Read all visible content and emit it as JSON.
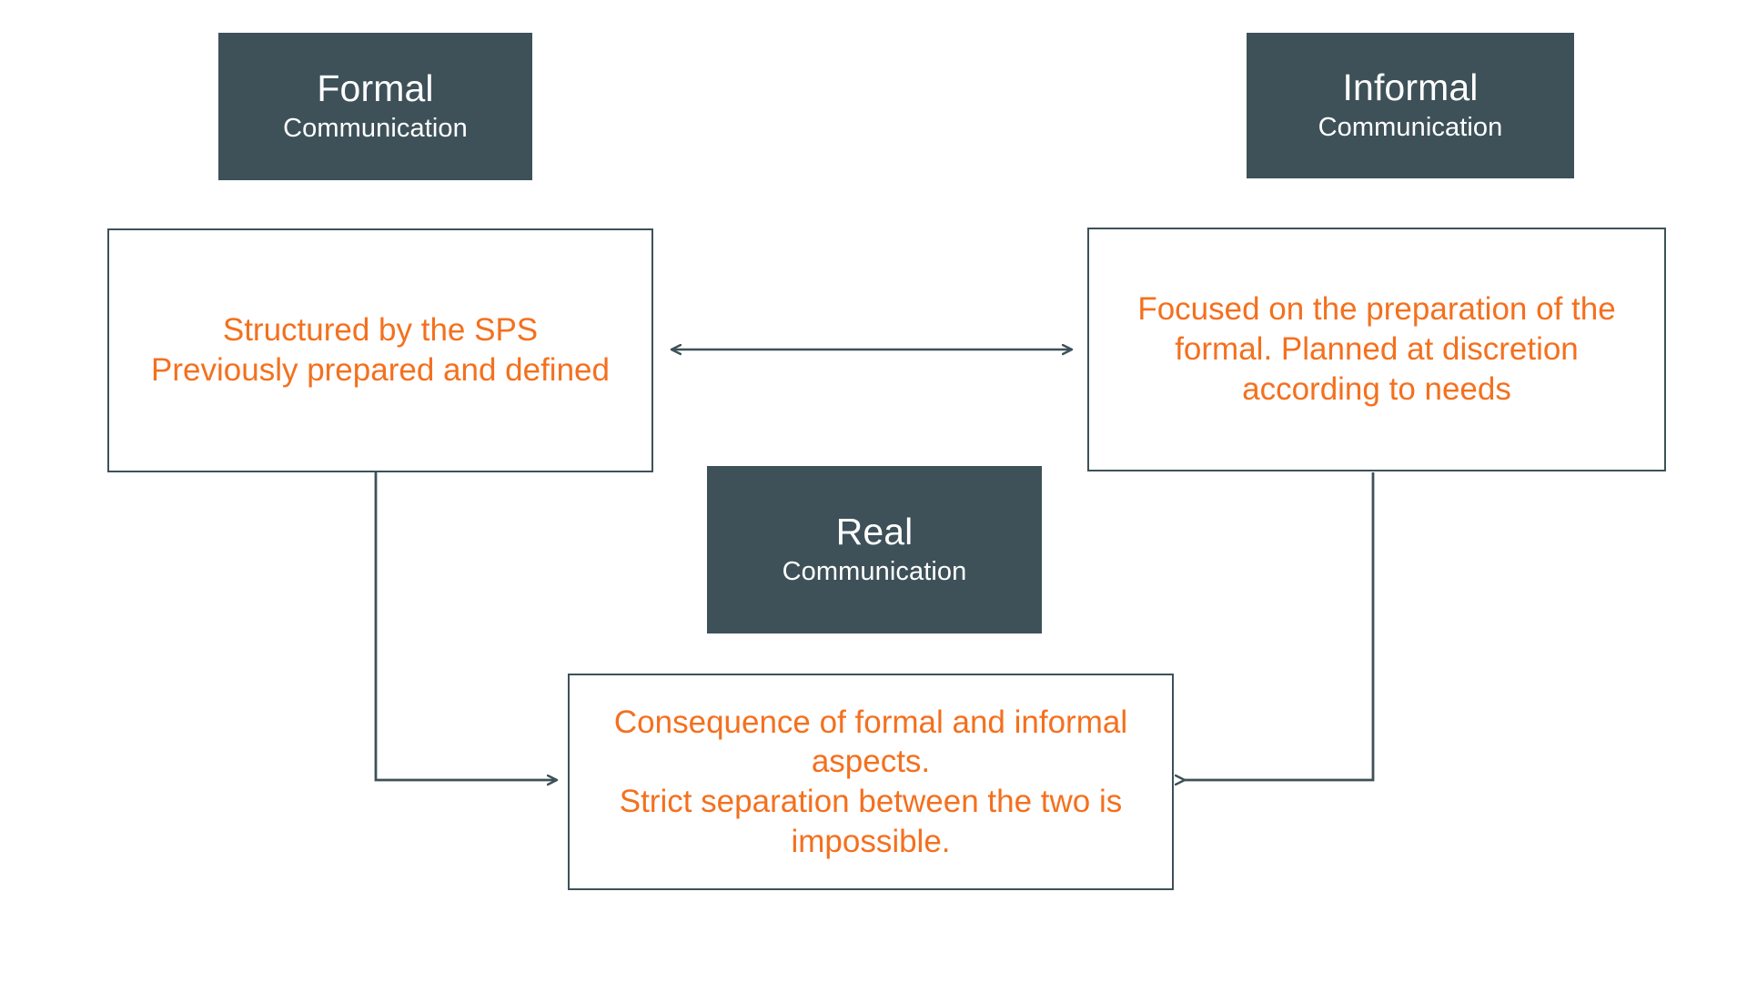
{
  "palette": {
    "dark_slate": "#3e5159",
    "orange": "#f4701e",
    "white": "#ffffff",
    "background": "#ffffff"
  },
  "diagram": {
    "type": "flow-diagram",
    "nodes": {
      "formal_header": {
        "title": "Formal",
        "subtitle": "Communication"
      },
      "informal_header": {
        "title": "Informal",
        "subtitle": "Communication"
      },
      "real_header": {
        "title": "Real",
        "subtitle": "Communication"
      },
      "formal_detail": {
        "text": "Structured by the SPS\nPreviously prepared and defined"
      },
      "informal_detail": {
        "text": "Focused on the preparation of the formal. Planned at discretion according to needs"
      },
      "real_detail": {
        "text": "Consequence of formal and informal aspects.\nStrict separation between the two is impossible."
      }
    },
    "connectors": [
      {
        "name": "formal-informal-bidirectional",
        "from": "formal_detail",
        "to": "informal_detail",
        "style": "double-headed-horizontal"
      },
      {
        "name": "formal-to-real",
        "from": "formal_detail",
        "to": "real_detail",
        "style": "elbow-down-right-arrow"
      },
      {
        "name": "informal-to-real",
        "from": "informal_detail",
        "to": "real_detail",
        "style": "elbow-down-left-arrow"
      }
    ]
  }
}
